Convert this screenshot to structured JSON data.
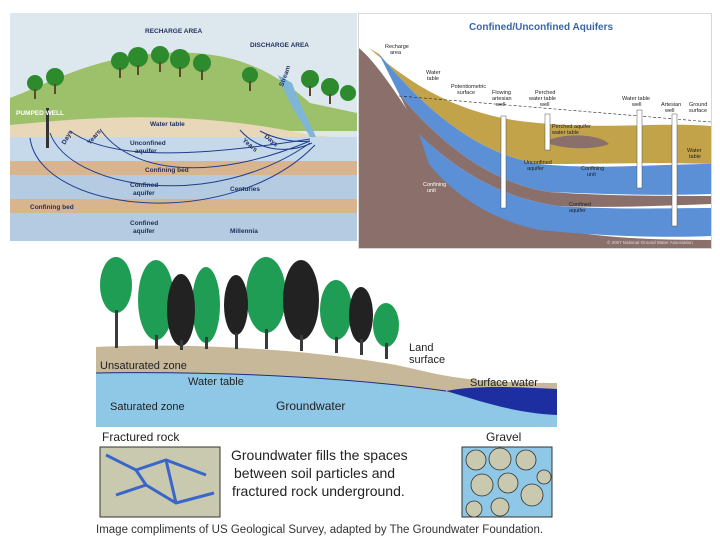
{
  "panel_a": {
    "recharge_area": "RECHARGE AREA",
    "discharge_area": "DISCHARGE AREA",
    "stream": "Stream",
    "pumped_well": "PUMPED WELL",
    "water_table": "Water table",
    "unconfined_aquifer_l1": "Unconfined",
    "unconfined_aquifer_l2": "aquifer",
    "confining_bed_1": "Confining bed",
    "confined_aquifer_1_l1": "Confined",
    "confined_aquifer_1_l2": "aquifer",
    "centuries": "Centuries",
    "confining_bed_2": "Confining bed",
    "confined_aquifer_2_l1": "Confined",
    "confined_aquifer_2_l2": "aquifer",
    "millennia": "Millennia",
    "days_left": "Days",
    "years_left": "Years",
    "years_right": "Years",
    "days_right": "Days"
  },
  "panel_b": {
    "title": "Confined/Unconfined Aquifers",
    "recharge_area_l1": "Recharge",
    "recharge_area_l2": "area",
    "water_table_l1": "Water",
    "water_table_l2": "table",
    "potentiometric_l1": "Potentiometric",
    "potentiometric_l2": "surface",
    "flowing_l1": "Flowing",
    "flowing_l2": "artesian",
    "flowing_l3": "well",
    "perched_l1": "Perched",
    "perched_l2": "water table",
    "perched_l3": "well",
    "wt_well_l1": "Water table",
    "wt_well_l2": "well",
    "artesian_l1": "Artesian",
    "artesian_l2": "well",
    "ground_l1": "Ground",
    "ground_l2": "surface",
    "perched_aquifer_l1": "Perched aquifer",
    "perched_aquifer_l2": "water table",
    "unconfined_l1": "Unconfined",
    "unconfined_l2": "aquifer",
    "confining_unit_l1": "Confining",
    "confining_unit_l2": "unit",
    "confining_unit2_l1": "Confining",
    "confining_unit2_l2": "unit",
    "confined_l1": "Confined",
    "confined_l2": "aquifer",
    "water_table_right_l1": "Water",
    "water_table_right_l2": "table",
    "copyright": "© 2007 National Ground Water Association"
  },
  "panel_c": {
    "land_surface_l1": "Land",
    "land_surface_l2": "surface",
    "unsaturated_zone": "Unsaturated zone",
    "water_table": "Water table",
    "surface_water": "Surface water",
    "saturated_zone": "Saturated zone",
    "groundwater": "Groundwater",
    "fractured_rock": "Fractured rock",
    "gravel": "Gravel",
    "message_l1": "Groundwater fills the spaces",
    "message_l2": "between soil particles and",
    "message_l3": "fractured rock underground."
  },
  "caption": "Image compliments of US Geological Survey, adapted by The Groundwater Foundation.",
  "colors": {
    "sky_a": "#dde8ee",
    "hill_green": "#9dc06a",
    "tree_green": "#2d8a2d",
    "unconfined_blue": "#c6d9ea",
    "confining_tan": "#d8b48f",
    "confined_blue": "#b5cbe2",
    "b_tan": "#c2a34a",
    "b_blue": "#5b8fd6",
    "b_brown": "#8a6f6a",
    "c_saturated": "#8fc7e6",
    "c_surface_water": "#1d2fa0"
  }
}
